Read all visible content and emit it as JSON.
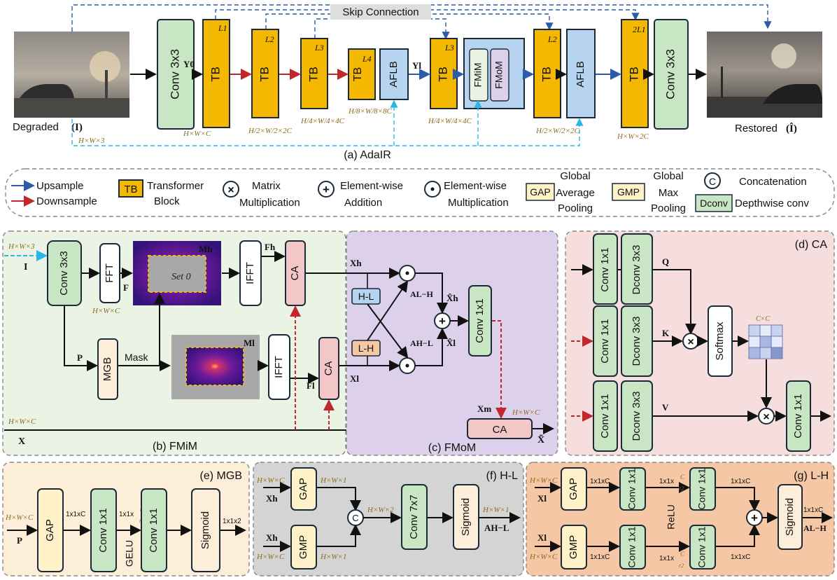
{
  "colors": {
    "tb": "#f5b800",
    "conv": "#c8e6c3",
    "aflb": "#b6d4ef",
    "upsample": "#2a5caa",
    "downsample": "#c0282b",
    "skip": "#2a5caa",
    "mask": "#29b6e8",
    "fmim_bg": "#eaf3e4",
    "fmom_bg": "#ddd0ea",
    "ca_bg": "#f6dede",
    "mgb_bg": "#fdeeda",
    "hl_bg": "#d4d4d4",
    "lh_bg": "#f5c7a4"
  },
  "top": {
    "skip_label": "Skip Connection",
    "degraded": "Degraded",
    "degraded_sym": "(I)",
    "restored": "Restored",
    "restored_sym": "(Î)",
    "caption": "(a) AdaIR",
    "conv_in": "Conv 3x3",
    "conv_out": "Conv 3x3",
    "y0": "Y0",
    "yl": "Yl",
    "tb": "TB",
    "aflb": "AFLB",
    "fmim": "FMiM",
    "fmom": "FMoM",
    "l1": "L1",
    "l2": "L2",
    "l3": "L3",
    "l4": "L4",
    "l2b": "L2",
    "l3b": "L3",
    "l1b": "2L1",
    "dim_in": "H×W×3",
    "dim1": "H×W×C",
    "dim2": "H/2×W/2×2C",
    "dim3": "H/4×W/4×4C",
    "dim4": "H/8×W/8×8C",
    "dim5": "H/4×W/4×4C",
    "dim6": "H/2×W/2×2C",
    "dim7": "H×W×2C"
  },
  "legend": {
    "upsample": "Upsample",
    "downsample": "Downsample",
    "tb_key": "TB",
    "tb_desc": [
      "Transformer",
      "Block"
    ],
    "matmul": [
      "Matrix",
      "Multiplication"
    ],
    "add": [
      "Element-wise",
      "Addition"
    ],
    "elemmul": [
      "Element-wise",
      "Multiplication"
    ],
    "gap_key": "GAP",
    "gap_desc": [
      "Global",
      "Average",
      "Pooling"
    ],
    "gmp_key": "GMP",
    "gmp_desc": [
      "Global",
      "Max",
      "Pooling"
    ],
    "concat": "Concatenation",
    "dconv_key": "Dconv",
    "dconv_desc": "Depthwise conv"
  },
  "fmim": {
    "caption": "(b) FMiM",
    "in_dim": "H×W×3",
    "in_sym": "I",
    "conv": "Conv 3x3",
    "fft": "FFT",
    "f": "F",
    "f_dim": "H×W×C",
    "mh": "Mh",
    "set0": "Set 0",
    "ifft_h": "IFFT",
    "fh": "Fh",
    "ca_h": "CA",
    "p": "P",
    "mgb": "MGB",
    "mask": "Mask",
    "ml": "Ml",
    "ifft_l": "IFFT",
    "fl": "Fl",
    "ca_l": "CA",
    "x_dim": "H×W×C",
    "x": "X"
  },
  "fmom": {
    "caption": "(c) FMoM",
    "xh": "Xh",
    "xl": "Xl",
    "hl": "H-L",
    "lh": "L-H",
    "alh": "AL−H",
    "ahl": "AH−L",
    "xh_hat": "X̂h",
    "xl_hat": "X̂l",
    "conv": "Conv 1x1",
    "xm": "Xm",
    "out_dim": "H×W×C",
    "ca": "CA",
    "xt": "X̃"
  },
  "ca": {
    "caption": "(d) CA",
    "conv": "Conv 1x1",
    "dconv": "Dconv 3x3",
    "q": "Q",
    "k": "K",
    "v": "V",
    "softmax": "Softmax",
    "cxc": "C×C",
    "conv_out": "Conv 1x1"
  },
  "mgb": {
    "caption": "(e) MGB",
    "in_dim": "H×W×C",
    "p": "P",
    "gap": "GAP",
    "d1": "1x1xC",
    "conv1": "Conv 1x1",
    "d2": "1x1x",
    "c": "C",
    "r1": "r1",
    "gelu": "GELU",
    "conv2": "Conv 1x1",
    "sig": "Sigmoid",
    "d3": "1x1x2"
  },
  "hl": {
    "caption": "(f) H-L",
    "in_dim1": "H×W×C",
    "xh1": "Xh",
    "in_dim2": "H×W×C",
    "xh2": "Xh",
    "gap": "GAP",
    "gmp": "GMP",
    "d_gap": "H×W×1",
    "d_gmp": "H×W×1",
    "c": "C",
    "d_cat": "H×W×2",
    "conv": "Conv 7x7",
    "sig": "Sigmoid",
    "d_out": "H×W×1",
    "a": "AH−L"
  },
  "lh": {
    "caption": "(g) L-H",
    "in_dim1": "H×W×C",
    "xl1": "Xl",
    "in_dim2": "H×W×C",
    "xl2": "Xl",
    "gap": "GAP",
    "gmp": "GMP",
    "d1": "1x1xC",
    "d2": "1x1xC",
    "conv": "Conv 1x1",
    "relu": "ReLU",
    "dr": "1x1x",
    "c": "C",
    "r2": "r2",
    "d3": "1x1xC",
    "d4": "1x1xC",
    "sig": "Sigmoid",
    "d_out": "1x1xC",
    "a": "AL−H"
  }
}
